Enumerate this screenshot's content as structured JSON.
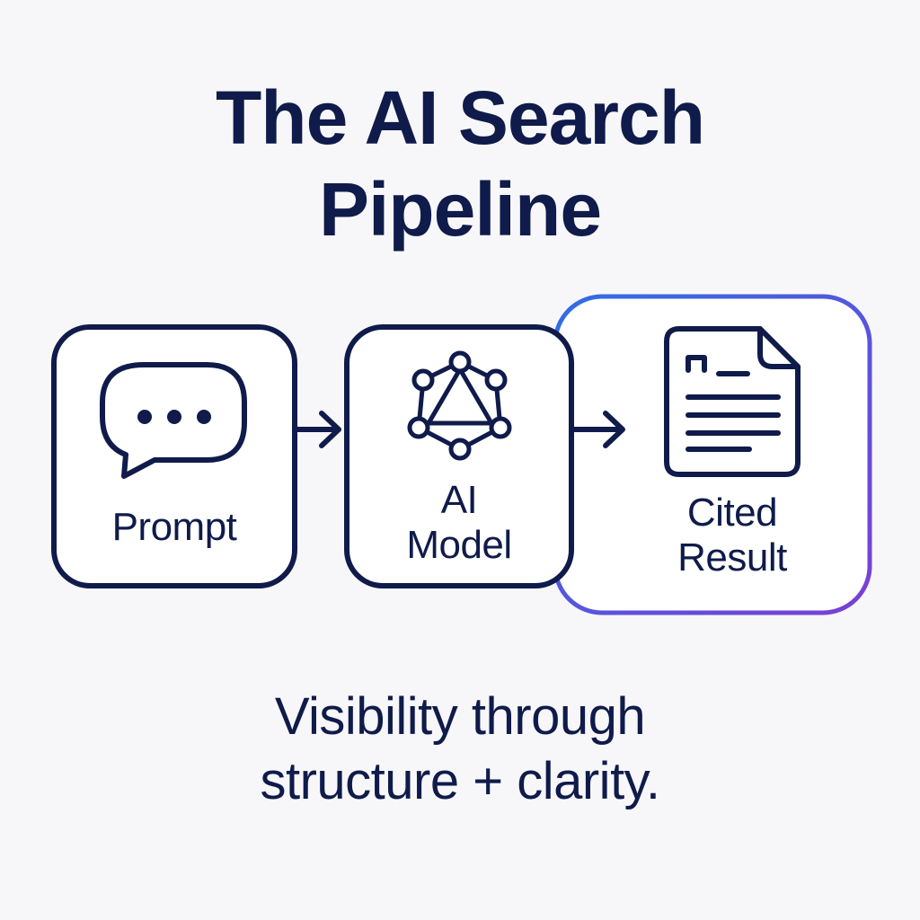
{
  "title": {
    "line1": "The AI Search",
    "line2": "Pipeline"
  },
  "nodes": [
    {
      "id": "prompt",
      "label_lines": [
        "Prompt"
      ],
      "icon": "chat-bubble-icon",
      "highlighted": false
    },
    {
      "id": "ai-model",
      "label_lines": [
        "AI",
        "Model"
      ],
      "icon": "network-graph-icon",
      "highlighted": false
    },
    {
      "id": "cited-result",
      "label_lines": [
        "Cited",
        "Result"
      ],
      "icon": "document-icon",
      "highlighted": true
    }
  ],
  "edges": [
    {
      "from": "prompt",
      "to": "ai-model"
    },
    {
      "from": "ai-model",
      "to": "cited-result"
    }
  ],
  "caption": {
    "line1": "Visibility through",
    "line2": "structure + clarity."
  },
  "colors": {
    "ink": "#0f1b4a",
    "background": "#f7f7f9",
    "highlight_gradient_start": "#2f6ee6",
    "highlight_gradient_end": "#7a3fd6"
  }
}
